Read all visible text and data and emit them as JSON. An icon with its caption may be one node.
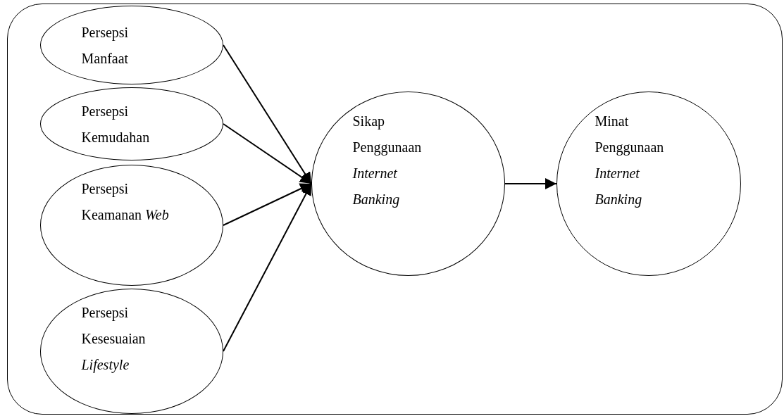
{
  "diagram": {
    "nodes": [
      {
        "text": [],
        "shape": "box"
      },
      {
        "text": [
          "Persepsi Manfaat"
        ],
        "in": 0
      },
      {
        "text": [
          "Persepsi Kemudahan"
        ],
        "in": 0
      },
      {
        "text": [
          "Persepsi Keamanan *Web*"
        ],
        "in": 0
      },
      {
        "text": [
          "Persepsi Kesesuaian *Lifestyle*"
        ],
        "in": 0
      },
      {
        "text": [
          "Sikap Penggunaan *Internet Banking*"
        ],
        "in": 0
      },
      {
        "text": [
          "Minat Penggunaan *Internet Banking*"
        ],
        "in": 0
      }
    ],
    "edges": [
      {
        "from": 1,
        "to": 5,
        "arrow": "to"
      },
      {
        "from": 2,
        "to": 5,
        "arrow": "to"
      },
      {
        "from": 3,
        "to": 5,
        "arrow": "to"
      },
      {
        "from": 4,
        "to": 5,
        "arrow": "to"
      },
      {
        "from": 5,
        "to": 6,
        "arrow": "to"
      }
    ]
  }
}
